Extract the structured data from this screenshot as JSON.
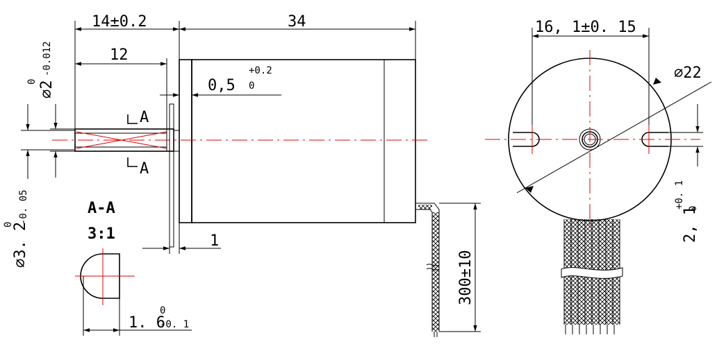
{
  "dimensions": {
    "shaft_length": "14±0.2",
    "body_length": "34",
    "shaft_flat_length": "12",
    "flange_step": "0,5",
    "flange_step_tol_upper": "+0.2",
    "flange_step_tol_lower": "0",
    "flange_thickness": "1",
    "shaft_diameter_main": "⌀2",
    "shaft_diameter_tol_upper": "0",
    "shaft_diameter_tol_lower": "-0.012",
    "boss_diameter_main": "⌀3. 2",
    "boss_diameter_tol_upper": "0",
    "boss_diameter_tol_lower": "-0. 05",
    "hole_spacing": "16, 1±0. 15",
    "body_diameter": "⌀22",
    "slot_width_main": "2, 1",
    "slot_width_tol_upper": "+0. 1",
    "slot_width_tol_lower": "0",
    "lead_length": "300±10",
    "flat_depth_main": "1. 6",
    "flat_depth_tol_upper": "0",
    "flat_depth_tol_lower": "-0. 1"
  },
  "section": {
    "marker": "A",
    "title": "A-A",
    "scale": "3:1"
  },
  "colors": {
    "outline": "#000000",
    "centerline": "#e00000"
  }
}
